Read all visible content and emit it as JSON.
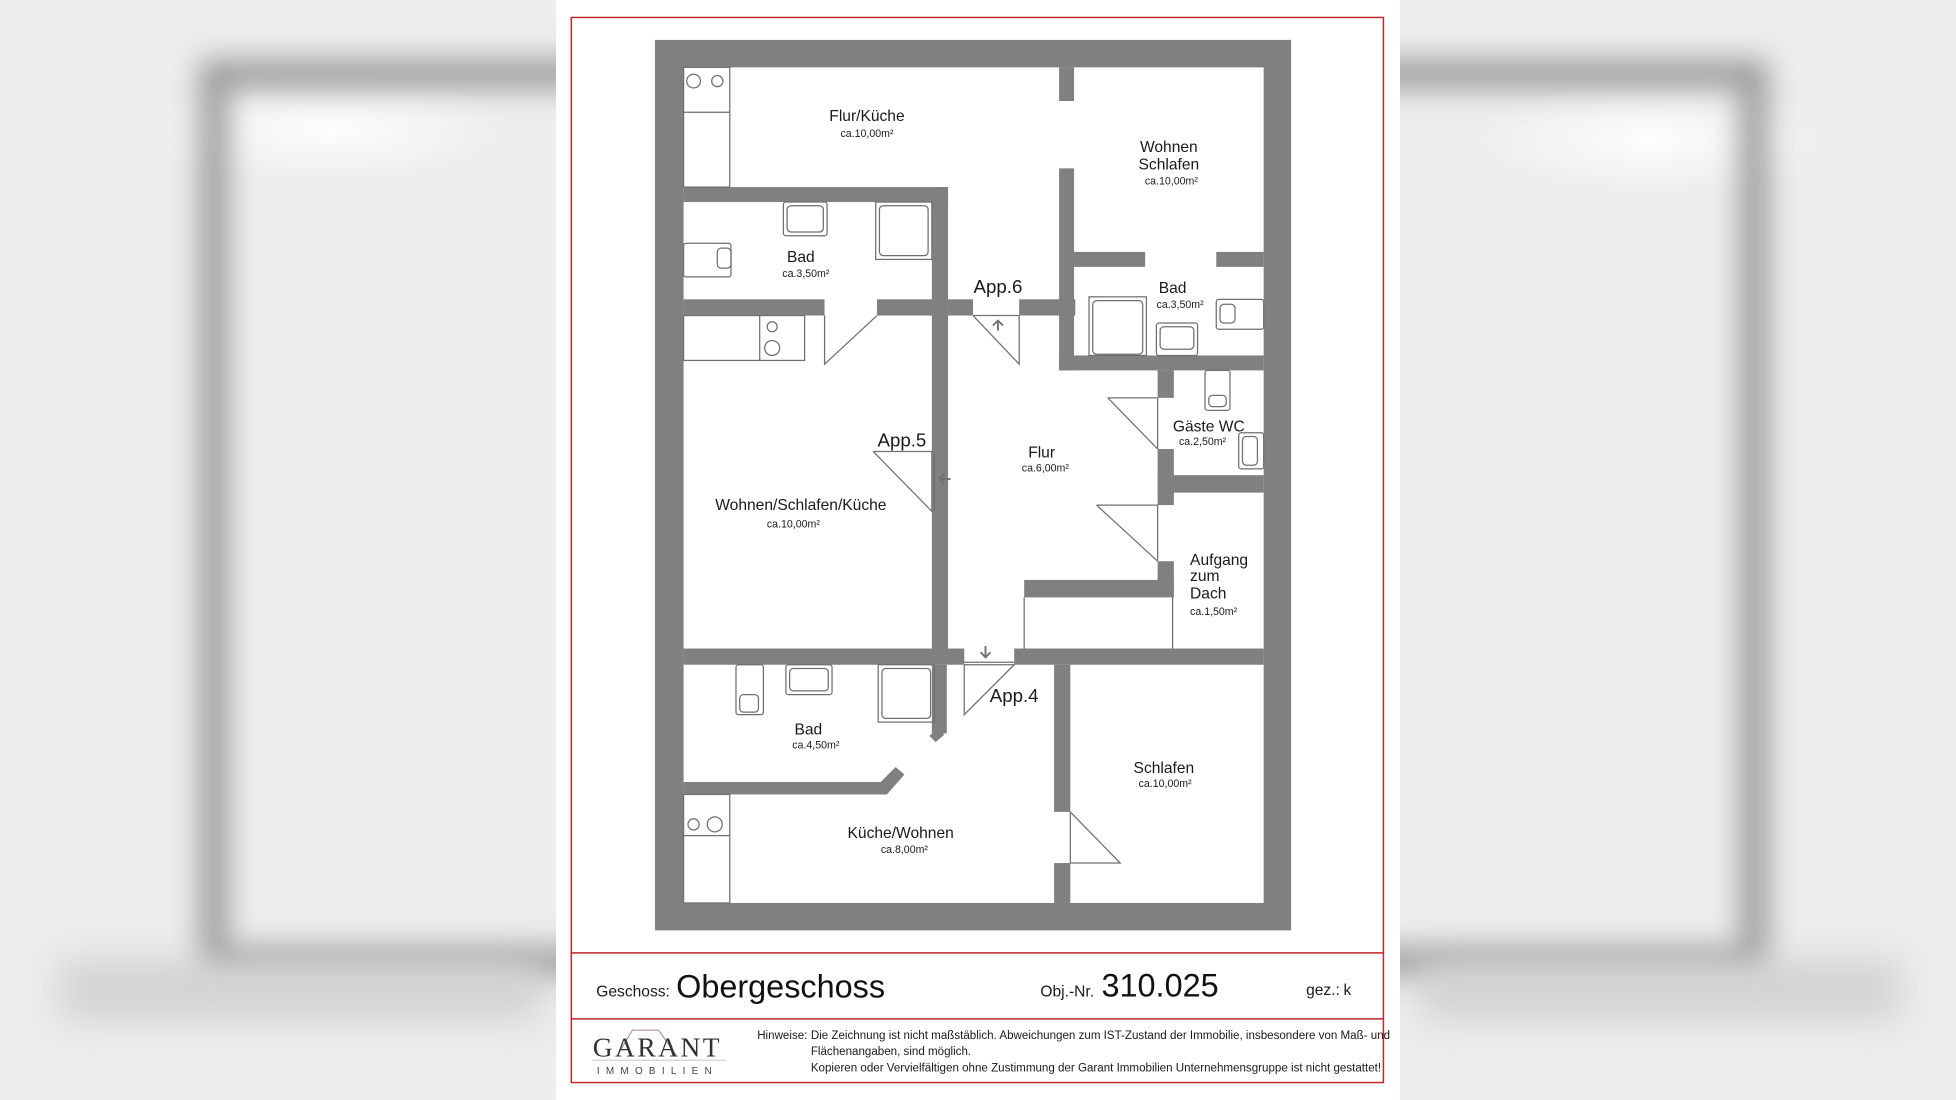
{
  "colors": {
    "wall": "#808080",
    "frame_border": "#c0262c",
    "sheet": "#ffffff"
  },
  "plan": {
    "rooms": [
      {
        "name": "Flur/Küche",
        "area": "ca.10,00m²"
      },
      {
        "name_line1": "Wohnen",
        "name_line2": "Schlafen",
        "area": "ca.10,00m²"
      },
      {
        "name": "Bad",
        "area": "ca.3,50m²"
      },
      {
        "name": "Bad",
        "area": "ca.3,50m²"
      },
      {
        "name": "Gäste WC",
        "area": "ca.2,50m²"
      },
      {
        "name": "Flur",
        "area": "ca.6,00m²"
      },
      {
        "name": "Wohnen/Schlafen/Küche",
        "area": "ca.10,00m²"
      },
      {
        "name_line1": "Aufgang",
        "name_line2": "zum",
        "name_line3": "Dach",
        "area": "ca.1,50m²"
      },
      {
        "name": "Bad",
        "area": "ca.4,50m²"
      },
      {
        "name": "Schlafen",
        "area": "ca.10,00m²"
      },
      {
        "name": "Küche/Wohnen",
        "area": "ca.8,00m²"
      }
    ],
    "apartments": [
      "App.6",
      "App.5",
      "App.4"
    ]
  },
  "footer": {
    "floor_label": "Geschoss:",
    "floor_value": "Obergeschoss",
    "object_label": "Obj.-Nr.",
    "object_value": "310.025",
    "drawn_label": "gez.:",
    "drawn_value": "k",
    "logo_main": "GARANT",
    "logo_sub": "IMMOBILIEN",
    "notes_label": "Hinweise:",
    "notes_line1": "Die Zeichnung ist nicht maßstäblich. Abweichungen zum IST-Zustand der Immobilie, insbesondere von Maß- und",
    "notes_line2": "Flächenangaben, sind möglich.",
    "notes_line3": "Kopieren oder Vervielfältigen ohne Zustimmung der Garant Immobilien Unternehmensgruppe ist nicht gestattet!"
  }
}
